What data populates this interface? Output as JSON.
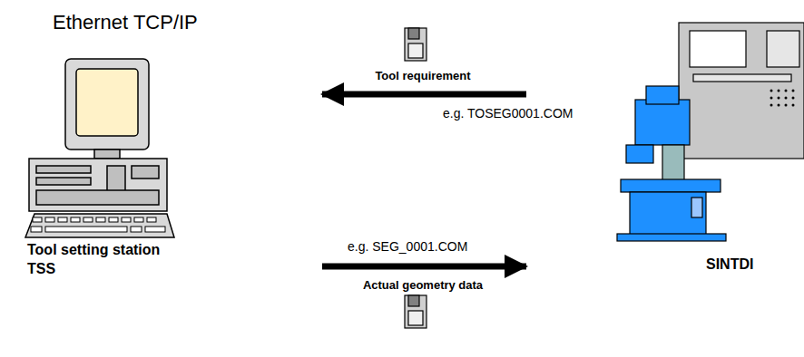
{
  "diagram": {
    "title": "Ethernet TCP/IP",
    "nodes": [
      {
        "text": [
          "Tool setting station TSS"
        ]
      },
      {
        "text": [
          "SINTDI"
        ]
      }
    ],
    "edges": [
      {
        "from": 1,
        "to": 0,
        "arrow": "to",
        "label": "Tool requirement"
      },
      {
        "from": 0,
        "to": 1,
        "arrow": "to",
        "label": "Actual geometry data"
      }
    ],
    "labels": [
      "e.g. TOSEG0001.COM",
      "e.g. SEG_0001.COM"
    ]
  }
}
